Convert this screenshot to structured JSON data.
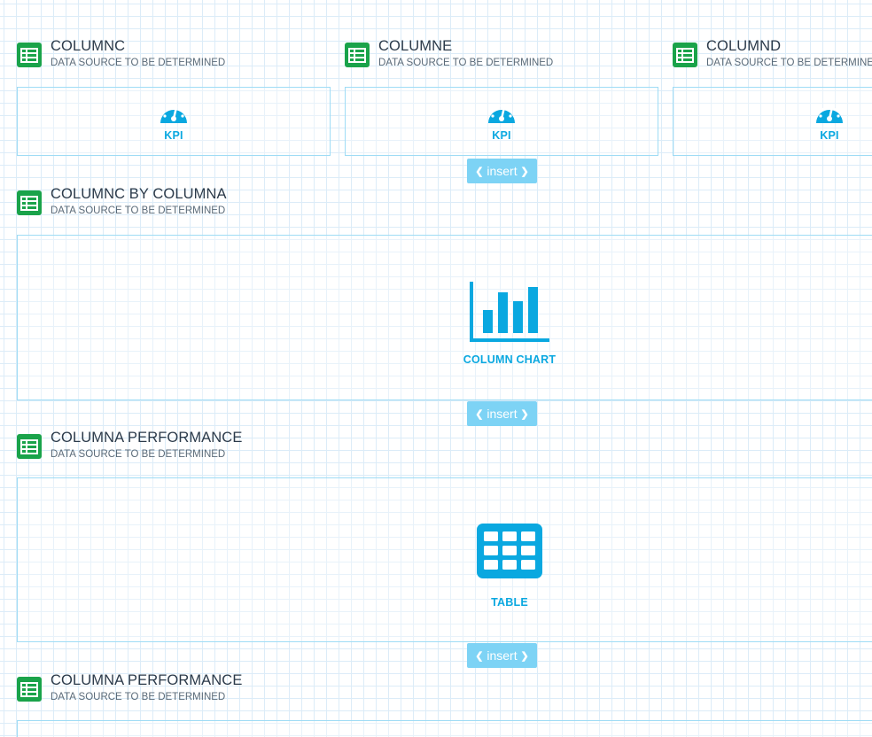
{
  "widgets": [
    {
      "title": "COLUMNC",
      "subtitle": "DATA SOURCE TO BE DETERMINED",
      "placeholder_label": "KPI",
      "placeholder_icon": "gauge-icon"
    },
    {
      "title": "COLUMNE",
      "subtitle": "DATA SOURCE TO BE DETERMINED",
      "placeholder_label": "KPI",
      "placeholder_icon": "gauge-icon"
    },
    {
      "title": "COLUMND",
      "subtitle": "DATA SOURCE TO BE DETERMINED",
      "placeholder_label": "KPI",
      "placeholder_icon": "gauge-icon"
    },
    {
      "title": "COLUMNC BY COLUMNA",
      "subtitle": "DATA SOURCE TO BE DETERMINED",
      "placeholder_label": "COLUMN CHART",
      "placeholder_icon": "column-chart-icon"
    },
    {
      "title": "COLUMNA PERFORMANCE",
      "subtitle": "DATA SOURCE TO BE DETERMINED",
      "placeholder_label": "TABLE",
      "placeholder_icon": "table-icon"
    },
    {
      "title": "COLUMNA PERFORMANCE",
      "subtitle": "DATA SOURCE TO BE DETERMINED"
    }
  ],
  "insert_buttons": [
    {
      "label": "insert",
      "left_glyph": "❮",
      "right_glyph": "❯"
    },
    {
      "label": "insert",
      "left_glyph": "❮",
      "right_glyph": "❯"
    },
    {
      "label": "insert",
      "left_glyph": "❮",
      "right_glyph": "❯"
    }
  ],
  "colors": {
    "accent": "#0aa8e0",
    "sheet_green": "#1aa34a",
    "grid_line": "#dcecf8",
    "widget_border": "#9fdcf5",
    "insert_button": "#7dd3f5",
    "title_text": "#2b3a4a"
  }
}
